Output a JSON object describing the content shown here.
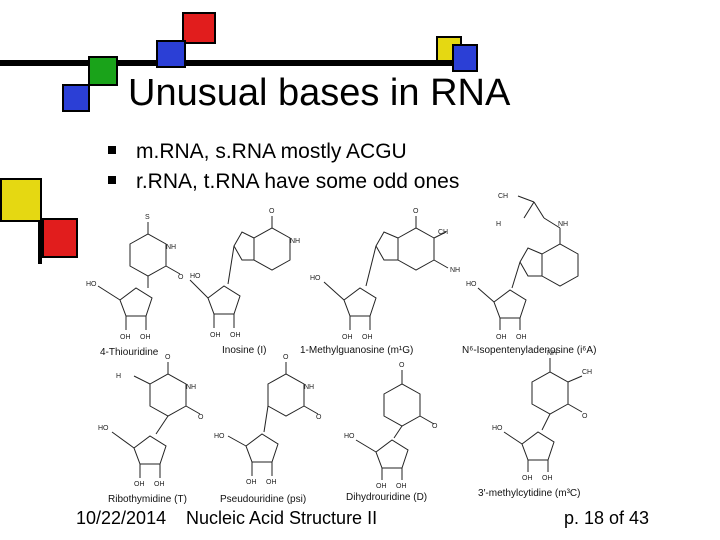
{
  "slide": {
    "title": "Unusual bases in RNA",
    "bullets": [
      "m.RNA, s.RNA mostly ACGU",
      "r.RNA, t.RNA have some odd ones"
    ],
    "figure": {
      "molecules": [
        "4-Thiouridine",
        "Inosine (I)",
        "1-Methylguanosine (m¹G)",
        "N⁶-Isopentenyladenosine (i⁶A)",
        "Ribothymidine (T)",
        "Pseudouridine (psi)",
        "Dihydrouridine (D)",
        "3′-methylcytidine (m³C)"
      ]
    },
    "footer": {
      "date": "10/22/2014",
      "course": "Nucleic Acid Structure II",
      "page": "p. 18 of 43"
    }
  },
  "colors": {
    "red": "#e11d1d",
    "blue": "#2b3fd6",
    "green": "#1aa31a",
    "yellow": "#e5d812"
  }
}
